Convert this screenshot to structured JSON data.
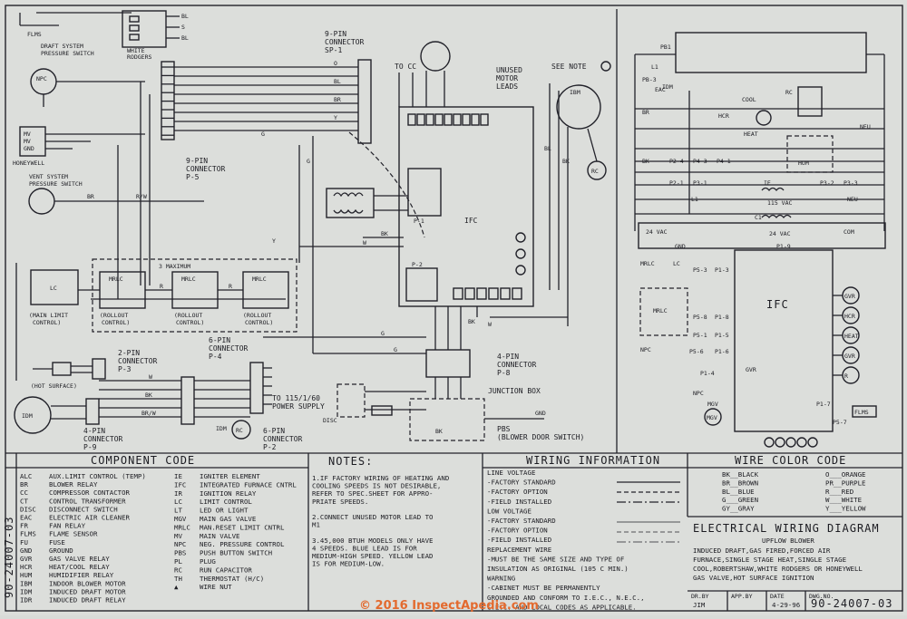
{
  "schematic": {
    "flame": "FLMS",
    "draft_switch": [
      "DRAFT SYSTEM",
      "PRESSURE SWITCH"
    ],
    "white_rodgers": [
      "WHITE",
      "RODGERS"
    ],
    "npc": "NPC",
    "honeywell": "HONEYWELL",
    "vent_switch": [
      "VENT SYSTEM",
      "PRESSURE SWITCH"
    ],
    "nine_pin": [
      "9-PIN",
      "CONNECTOR",
      "P-5"
    ],
    "connector_top": [
      "9-PIN",
      "CONNECTOR",
      "SP-1"
    ],
    "to_cc": "TO CC",
    "unused_leads": [
      "UNUSED",
      "MOTOR",
      "LEADS"
    ],
    "see_note": "SEE NOTE",
    "ifc": "IFC",
    "limit_labels": [
      "(MAIN LIMIT",
      "CONTROL)",
      "(ROLLOUT",
      "CONTROL)",
      "(ROLLOUT",
      "CONTROL)",
      "(ROLLOUT",
      "CONTROL)"
    ],
    "max_note": "3 MAXIMUM",
    "mrlc": "MRLC",
    "lc": "LC",
    "two_pin": [
      "2-PIN",
      "CONNECTOR",
      "P-3"
    ],
    "six_pin": [
      "6-PIN",
      "CONNECTOR",
      "P-4"
    ],
    "four_pin_p9": [
      "4-PIN",
      "CONNECTOR",
      "P-9"
    ],
    "hot_surface": "(HOT SURFACE)",
    "power_supply": [
      "TO 115/1/60",
      "POWER SUPPLY"
    ],
    "six_pin_p2": [
      "6-PIN",
      "CONNECTOR",
      "P-2"
    ],
    "four_pin_p8": [
      "4-PIN",
      "CONNECTOR",
      "P-8"
    ],
    "junction_box": "JUNCTION BOX",
    "pbs": [
      "PBS",
      "(BLOWER DOOR SWITCH)"
    ],
    "disc": "DISC",
    "idm": "IDM"
  },
  "ladder": {
    "labels": [
      "PB1",
      "L1",
      "RC",
      "COOL",
      "HCR",
      "HEAT",
      "NEU",
      "IDM",
      "PB-3",
      "EAC",
      "BR",
      "BK",
      "HUM",
      "P2-4",
      "P4-3",
      "P4-1",
      "P2-1",
      "P3-1",
      "IE",
      "P3-2",
      "P3-3",
      "L1",
      "NEU",
      "C1",
      "115 VAC",
      "24 VAC",
      "24 VAC",
      "COM",
      "GND",
      "P1-9",
      "MRLC",
      "LC",
      "P5-3",
      "P1-3",
      "P5-8",
      "P1-8",
      "P5-1",
      "P1-5",
      "NPC",
      "P5-6",
      "P1-6",
      "P1-4",
      "GVR",
      "NPC",
      "P1-7",
      "P5-7",
      "FLMS",
      "MGV",
      "IFC",
      "MRLC"
    ],
    "leds": [
      "GVR",
      "HCR",
      "HEAT",
      "GVR",
      "R"
    ]
  },
  "component_code": {
    "title": "COMPONENT CODE",
    "left": [
      [
        "ALC",
        "AUX.LIMIT CONTROL (TEMP)"
      ],
      [
        "BR",
        "BLOWER RELAY"
      ],
      [
        "CC",
        "COMPRESSOR CONTACTOR"
      ],
      [
        "CT",
        "CONTROL TRANSFORMER"
      ],
      [
        "DISC",
        "DISCONNECT SWITCH"
      ],
      [
        "EAC",
        "ELECTRIC AIR CLEANER"
      ],
      [
        "FR",
        "FAN RELAY"
      ],
      [
        "FLMS",
        "FLAME SENSOR"
      ],
      [
        "FU",
        "FUSE"
      ],
      [
        "GND",
        "GROUND"
      ],
      [
        "GVR",
        "GAS VALVE RELAY"
      ],
      [
        "HCR",
        "HEAT/COOL RELAY"
      ],
      [
        "HUM",
        "HUMIDIFIER RELAY"
      ],
      [
        "IBM",
        "INDOOR BLOWER MOTOR"
      ],
      [
        "IDM",
        "INDUCED DRAFT MOTOR"
      ],
      [
        "IDR",
        "INDUCED DRAFT RELAY"
      ]
    ],
    "right": [
      [
        "IE",
        "IGNITER ELEMENT"
      ],
      [
        "IFC",
        "INTEGRATED FURNACE CNTRL"
      ],
      [
        "IR",
        "IGNITION RELAY"
      ],
      [
        "LC",
        "LIMIT CONTROL"
      ],
      [
        "LT",
        "LED OR LIGHT"
      ],
      [
        "MGV",
        "MAIN GAS VALVE"
      ],
      [
        "MRLC",
        "MAN.RESET LIMIT CNTRL"
      ],
      [
        "MV",
        "MAIN VALVE"
      ],
      [
        "NPC",
        "NEG. PRESSURE CONTROL"
      ],
      [
        "PBS",
        "PUSH BUTTON SWITCH"
      ],
      [
        "PL",
        "PLUG"
      ],
      [
        "RC",
        "RUN CAPACITOR"
      ],
      [
        "TH",
        "THERMOSTAT (H/C)"
      ],
      [
        "▲",
        "WIRE NUT"
      ]
    ]
  },
  "notes": {
    "title": "NOTES:",
    "lines": [
      "1.IF FACTORY WIRING OF HEATING AND",
      "  COOLING SPEEDS IS NOT DESIRABLE,",
      "  REFER TO SPEC.SHEET FOR APPRO-",
      "  PRIATE SPEEDS.",
      "",
      "2.CONNECT UNUSED MOTOR LEAD TO",
      "  M1",
      "",
      "3.45,000 BTUH MODELS ONLY HAVE",
      "  4 SPEEDS. BLUE LEAD IS FOR",
      "  MEDIUM-HIGH SPEED. YELLOW LEAD",
      "  IS FOR MEDIUM-LOW."
    ]
  },
  "wiring_info": {
    "title": "WIRING INFORMATION",
    "lines": [
      "LINE VOLTAGE",
      "-FACTORY STANDARD",
      "-FACTORY OPTION",
      "-FIELD INSTALLED",
      "LOW VOLTAGE",
      "-FACTORY STANDARD",
      "-FACTORY OPTION",
      "-FIELD INSTALLED",
      "REPLACEMENT WIRE",
      "-MUST BE THE SAME SIZE AND TYPE OF",
      "INSULATION AS ORIGINAL (105 C MIN.)",
      "WARNING",
      "-CABINET MUST BE PERMANENTLY",
      "GROUNDED AND CONFORM TO I.E.C., N.E.C.,",
      "C.E.C. AND LOCAL CODES AS APPLICABLE."
    ]
  },
  "wire_color": {
    "title": "WIRE COLOR CODE",
    "left": [
      "BK__BLACK",
      "BR__BROWN",
      "BL__BLUE",
      "G___GREEN",
      "GY__GRAY"
    ],
    "right": [
      "O___ORANGE",
      "PR__PURPLE",
      "R___RED",
      "W___WHITE",
      "Y___YELLOW"
    ]
  },
  "title_block": {
    "title": "ELECTRICAL WIRING DIAGRAM",
    "subtitle": "UPFLOW BLOWER",
    "desc": [
      "INDUCED DRAFT,GAS FIRED,FORCED AIR",
      "FURNACE,SINGLE STAGE HEAT,SINGLE STAGE",
      "COOL,ROBERTSHAW,WHITE RODGERS OR HONEYWELL",
      "GAS VALVE,HOT SURFACE IGNITION"
    ],
    "fields": [
      {
        "label": "DR.BY",
        "value": "JIM"
      },
      {
        "label": "APP.BY",
        "value": ""
      },
      {
        "label": "DATE",
        "value": "4-29-96"
      },
      {
        "label": "DWG.NO.",
        "value": "90-24007-03"
      }
    ],
    "side_number": "90-24007-03"
  },
  "watermark": "© 2016 InspectApedia.com"
}
